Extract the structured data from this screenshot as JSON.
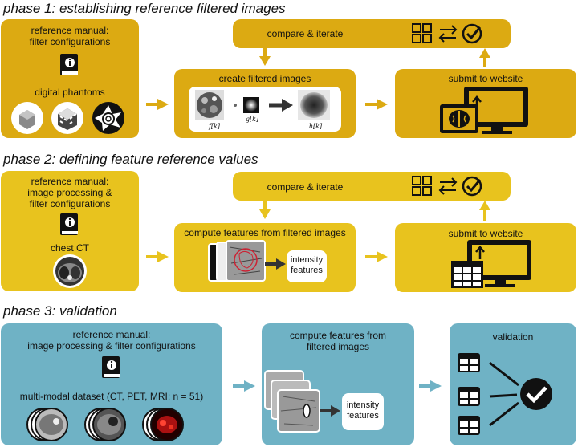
{
  "phase1": {
    "title": "phase 1: establishing reference filtered images",
    "manual": "reference manual:\nfilter configurations",
    "phantoms": "digital phantoms",
    "compare": "compare & iterate",
    "create": "create filtered images",
    "submit": "submit to website",
    "f_label": "f[k]",
    "g_label": "g[k]",
    "h_label": "h[k]"
  },
  "phase2": {
    "title": "phase 2: defining feature reference values",
    "manual": "reference manual:\nimage processing &\nfilter configurations",
    "ct": "chest CT",
    "compare": "compare & iterate",
    "compute": "compute features from filtered images",
    "intensity": "intensity\nfeatures",
    "submit": "submit to website"
  },
  "phase3": {
    "title": "phase 3: validation",
    "manual": "reference manual:\nimage processing & filter configurations",
    "dataset": "multi-modal dataset (CT, PET, MRI;  n = 51)",
    "compute": "compute features from\nfiltered images",
    "intensity": "intensity\nfeatures",
    "validation": "validation"
  },
  "colors": {
    "phase1": "#dcaa12",
    "phase2": "#e8c31e",
    "phase3": "#6fb2c5",
    "arrow1": "#dcaa12",
    "arrow2": "#e8c31e",
    "arrow3": "#6fb2c5"
  }
}
